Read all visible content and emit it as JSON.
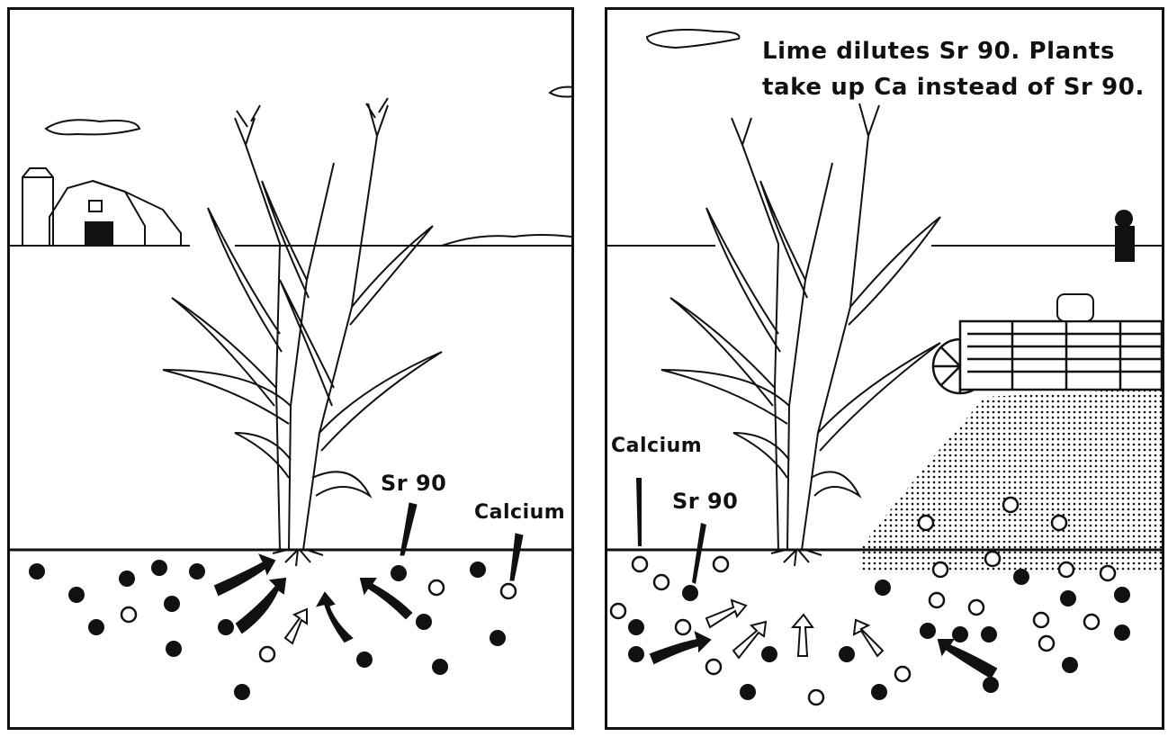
{
  "left_panel": {
    "labels": {
      "sr90": "Sr 90",
      "calcium": "Calcium"
    }
  },
  "right_panel": {
    "caption_line1": "Lime dilutes Sr 90.  Plants",
    "caption_line2": "take up Ca instead of Sr 90.",
    "labels": {
      "sr90": "Sr 90",
      "calcium": "Calcium"
    }
  },
  "legend_semantics": {
    "sr90_marker": "filled-circle",
    "calcium_marker": "open-circle"
  },
  "colors": {
    "ink": "#111111",
    "paper": "#ffffff"
  }
}
